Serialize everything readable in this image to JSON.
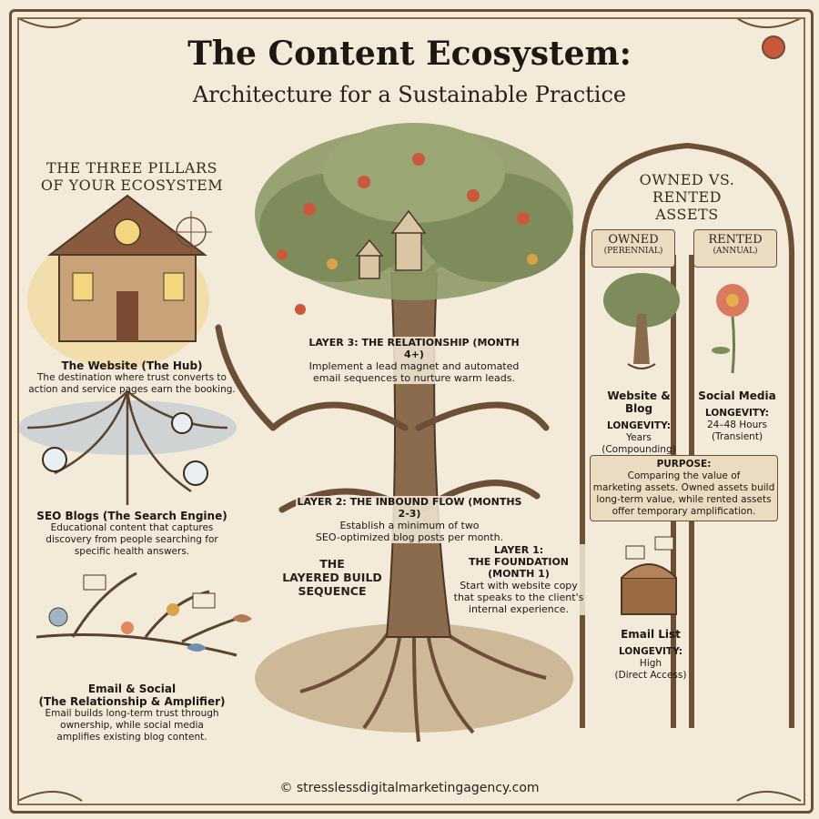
{
  "title": "The Content Ecosystem:",
  "subtitle": "Architecture for a Sustainable Practice",
  "pillars": {
    "heading_line1": "THE THREE PILLARS",
    "heading_line2": "OF YOUR ECOSYSTEM",
    "items": [
      {
        "title": "The Website (The Hub)",
        "desc_line1": "The destination where trust converts to",
        "desc_line2": "action and service pages earn the booking."
      },
      {
        "title": "SEO Blogs (The Search Engine)",
        "desc_line1": "Educational content that captures",
        "desc_line2": "discovery from people searching for",
        "desc_line3": "specific health answers."
      },
      {
        "title_line1": "Email & Social",
        "title_line2": "(The Relationship & Amplifier)",
        "desc_line1": "Email builds long-term trust through",
        "desc_line2": "ownership, while social media",
        "desc_line3": "amplifies existing blog content."
      }
    ]
  },
  "sequence": {
    "label_line1": "THE",
    "label_line2": "LAYERED BUILD",
    "label_line3": "SEQUENCE",
    "layers": [
      {
        "title": "LAYER 3: THE RELATIONSHIP (MONTH 4+)",
        "desc_line1": "Implement a lead magnet and automated",
        "desc_line2": "email sequences to nurture warm leads."
      },
      {
        "title": "LAYER 2: THE INBOUND FLOW (MONTHS 2-3)",
        "desc_line1": "Establish a minimum of two",
        "desc_line2": "SEO-optimized blog posts per month."
      },
      {
        "title_line1": "LAYER 1:",
        "title_line2": "THE FOUNDATION",
        "title_line3": "(MONTH 1)",
        "desc_line1": "Start with website copy",
        "desc_line2": "that speaks to the client's",
        "desc_line3": "internal experience."
      }
    ]
  },
  "assets": {
    "heading_line1": "OWNED VS.",
    "heading_line2": "RENTED ASSETS",
    "owned": {
      "label": "OWNED",
      "sub": "(PERENNIAL)",
      "name": "Website & Blog",
      "longevity_label": "LONGEVITY:",
      "longevity_line1": "Years",
      "longevity_line2": "(Compounding)"
    },
    "rented": {
      "label": "RENTED",
      "sub": "(ANNUAL)",
      "name": "Social Media",
      "longevity_label": "LONGEVITY:",
      "longevity_line1": "24–48 Hours",
      "longevity_line2": "(Transient)"
    },
    "purpose": {
      "label": "PURPOSE:",
      "line1": "Comparing the value of",
      "line2": "marketing assets. Owned assets build",
      "line3": "long-term value, while rented assets",
      "line4": "offer temporary amplification."
    },
    "email": {
      "name": "Email List",
      "longevity_label": "LONGEVITY:",
      "longevity_line1": "High",
      "longevity_line2": "(Direct Access)"
    }
  },
  "footer": "© stresslessdigitalmarketingagency.com",
  "colors": {
    "paper": "#f3ead9",
    "bark": "#6b4f36",
    "leaf": "#7d8c5a",
    "fruit": "#c9593a",
    "ink": "#1f1712"
  }
}
